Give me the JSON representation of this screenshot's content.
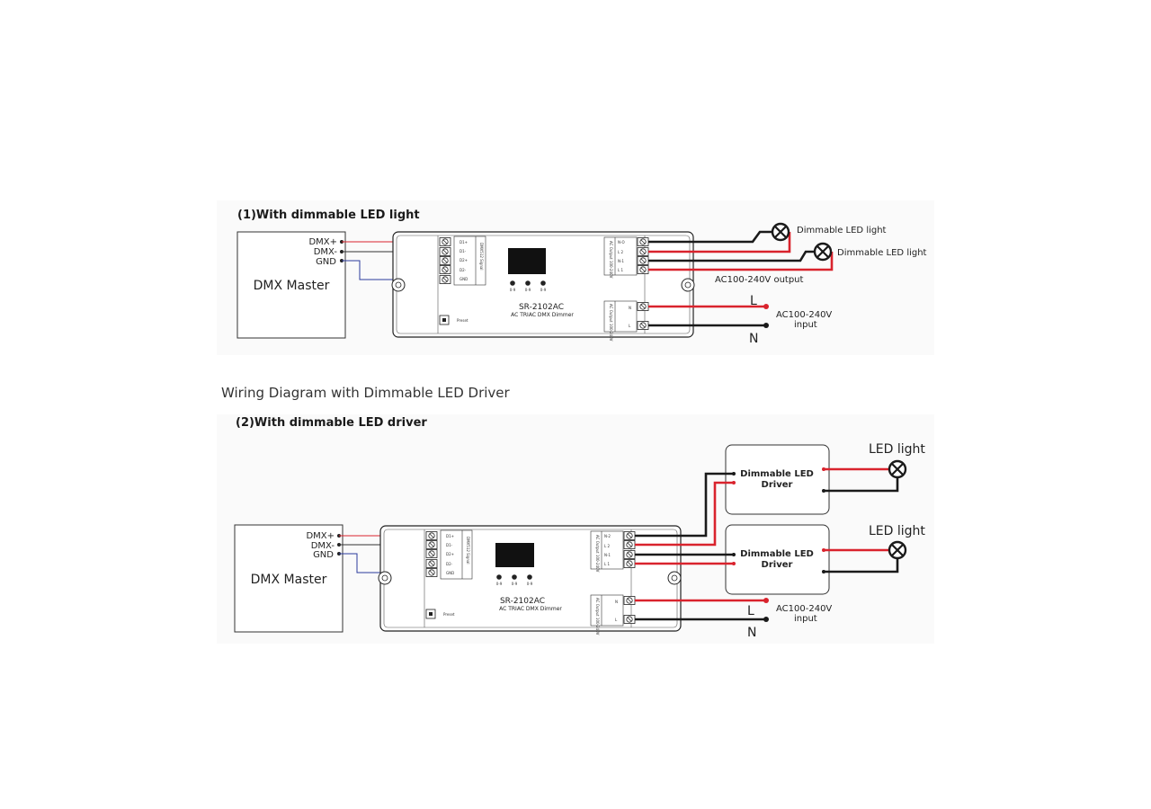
{
  "section1": {
    "title": "(1)With dimmable LED light",
    "master": {
      "label": "DMX Master",
      "pins": [
        "DMX+",
        "DMX-",
        "GND"
      ]
    },
    "device": {
      "model": "SR-2102AC",
      "subtitle": "AC TRIAC DMX Dimmer",
      "preset": "Preset",
      "signal_pins": [
        "D1+",
        "D1-",
        "D2+",
        "D2-",
        "GND"
      ],
      "signal_block": "DMX512 Signal",
      "buttons": [
        "0-9",
        "0-9",
        "0-9"
      ],
      "out_pins": [
        "N-O",
        "L 2",
        "N-1",
        "L 1"
      ],
      "out_block": "AC Output 100-240V",
      "in_pins": [
        "N",
        "L"
      ],
      "in_block": "AC Output 100-240V"
    },
    "lamp_1": "Dimmable LED light",
    "lamp_2": "Dimmable LED light",
    "output_label": "AC100-240V output",
    "line_L": "L",
    "line_N": "N",
    "input_voltage": "AC100-240V",
    "input_word": "input"
  },
  "heading": "Wiring Diagram with Dimmable LED Driver",
  "section2": {
    "title": "(2)With dimmable LED driver",
    "master": {
      "label": "DMX Master",
      "pins": [
        "DMX+",
        "DMX-",
        "GND"
      ]
    },
    "device": {
      "model": "SR-2102AC",
      "subtitle": "AC TRIAC DMX Dimmer",
      "preset": "Preset",
      "signal_pins": [
        "D1+",
        "D1-",
        "D2+",
        "D2-",
        "GND"
      ],
      "signal_block": "DMX512 Signal",
      "buttons": [
        "0-9",
        "0-9",
        "0-9"
      ],
      "out_pins": [
        "N-2",
        "L 2",
        "N-1",
        "L 1"
      ],
      "out_block": "AC Output 100-240V",
      "in_pins": [
        "N",
        "L"
      ],
      "in_block": "AC Output 100-240V"
    },
    "driver_1": {
      "line1": "Dimmable LED",
      "line2": "Driver"
    },
    "driver_2": {
      "line1": "Dimmable LED",
      "line2": "Driver"
    },
    "lamp_1": "LED light",
    "lamp_2": "LED light",
    "line_L": "L",
    "line_N": "N",
    "input_voltage": "AC100-240V",
    "input_word": "input"
  },
  "colors": {
    "red_wire": "#d9232d",
    "black_wire": "#1a1a1a",
    "blue_wire": "#2b3a9c"
  }
}
